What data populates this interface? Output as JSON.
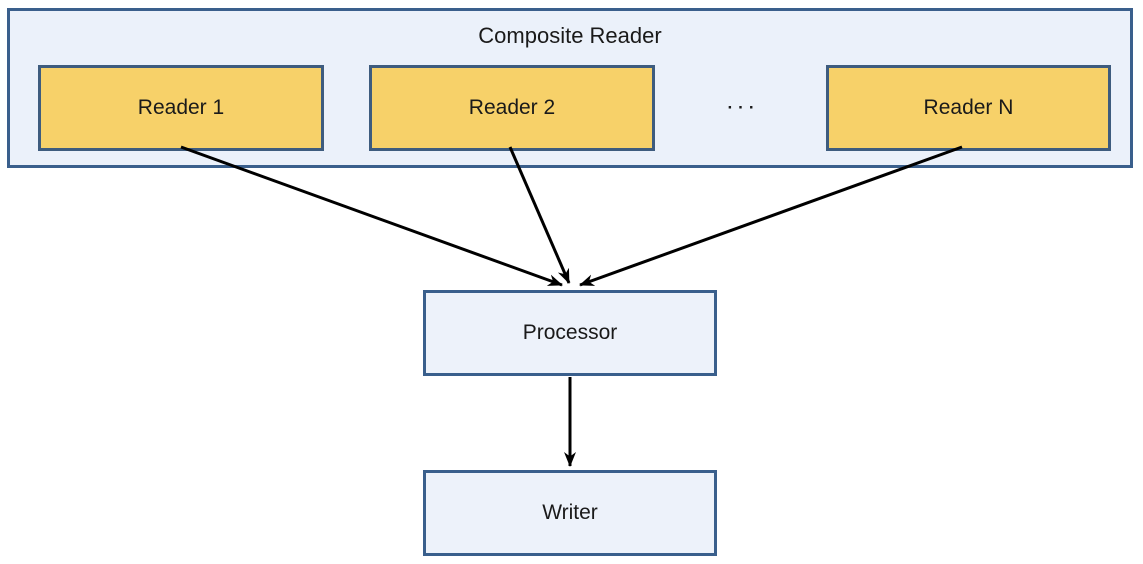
{
  "diagram": {
    "composite": {
      "title": "Composite Reader",
      "readers": [
        {
          "label": "Reader 1"
        },
        {
          "label": "Reader 2"
        },
        {
          "label": "Reader N"
        }
      ],
      "ellipsis": "···"
    },
    "processor": {
      "label": "Processor"
    },
    "writer": {
      "label": "Writer"
    },
    "connections": [
      {
        "from": "Reader 1",
        "to": "Processor"
      },
      {
        "from": "Reader 2",
        "to": "Processor"
      },
      {
        "from": "Reader N",
        "to": "Processor"
      },
      {
        "from": "Processor",
        "to": "Writer"
      }
    ]
  },
  "colors": {
    "container_fill": "#EBF1FA",
    "container_border": "#3A5F8C",
    "reader_fill": "#F7D169",
    "reader_border": "#3E5C7E",
    "node_fill": "#EDF2FA",
    "node_border": "#3A5F8C",
    "arrow": "#000000",
    "text": "#1A1A1A"
  }
}
